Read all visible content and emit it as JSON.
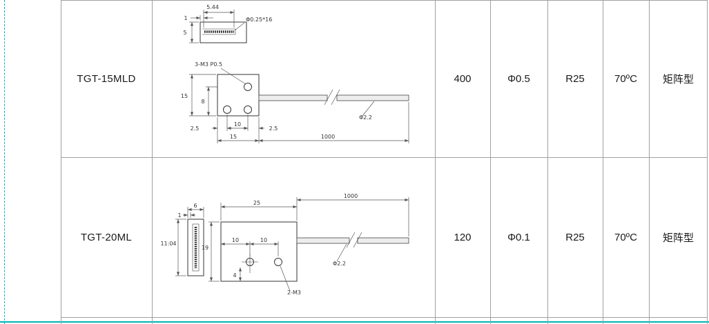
{
  "page": {
    "accent_color": "#00b3b3",
    "grid_color": "#a0a0a0"
  },
  "table": {
    "rows": [
      {
        "model": "TGT-15MLD",
        "distance": "400",
        "fiber_diameter": "Φ0.5",
        "bend_radius": "R25",
        "temperature": "70ºC",
        "type": "矩阵型",
        "dims": {
          "strip_width": "5.44",
          "lip": "1",
          "height": "5",
          "fiber_spec": "Φ0.25*16",
          "thread": "3-M3 P0.5",
          "plate_h": "15",
          "hole_bottom": "8",
          "edge_left": "2.5",
          "hole_span": "10",
          "edge_right": "2.5",
          "plate_w": "15",
          "cable_len": "1000",
          "cable_dia": "Φ2.2"
        }
      },
      {
        "model": "TGT-20ML",
        "distance": "120",
        "fiber_diameter": "Φ0.1",
        "bend_radius": "R25",
        "temperature": "70ºC",
        "type": "矩阵型",
        "dims": {
          "plate_w": "25",
          "cable_len": "1000",
          "lip": "1",
          "head_w": "6",
          "head_h": "11:04",
          "plate_h": "19",
          "hole_x1": "10",
          "hole_x2": "10",
          "hole_y": "4",
          "thread": "2-M3",
          "cable_dia": "Φ2.2"
        }
      }
    ]
  }
}
